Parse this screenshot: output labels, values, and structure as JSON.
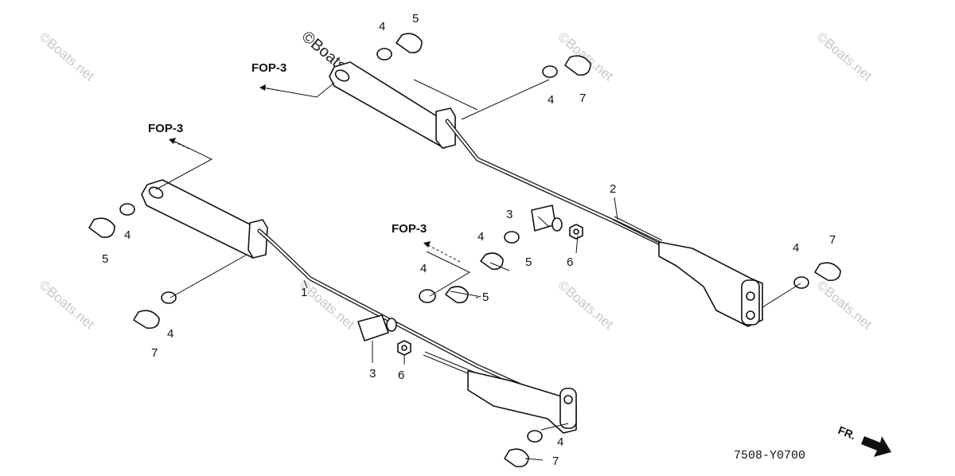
{
  "watermark": {
    "text": "©Boats.net"
  },
  "fop_labels": [
    "FOP-3",
    "FOP-3",
    "FOP-3"
  ],
  "callouts": {
    "c1": "1",
    "c2": "2",
    "c3a": "3",
    "c3b": "3",
    "c4a": "4",
    "c4b": "4",
    "c4c": "4",
    "c4d": "4",
    "c4e": "4",
    "c4f": "4",
    "c4g": "4",
    "c4h": "4",
    "c5a": "5",
    "c5b": "5",
    "c5c": "5",
    "c5d": "5",
    "c6a": "6",
    "c6b": "6",
    "c7a": "7",
    "c7b": "7",
    "c7c": "7",
    "c7d": "7"
  },
  "diagram_code": "7508-Y0700",
  "direction_label": "FR."
}
